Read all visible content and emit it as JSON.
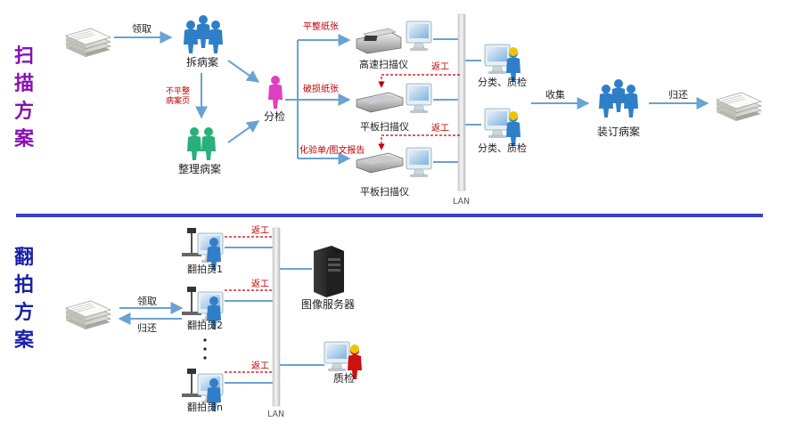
{
  "section_titles": {
    "scan": [
      "扫",
      "描",
      "方",
      "案"
    ],
    "photo": [
      "翻",
      "拍",
      "方",
      "案"
    ]
  },
  "colors": {
    "scan_title": "#8a0fb4",
    "photo_title": "#1a22a8",
    "divider": "#3a3fc4",
    "arrow": "#6aa2d2",
    "rework": "#c00000",
    "people": "#2f7fc8",
    "green_people": "#29b07a",
    "pink_person": "#e040c0",
    "lan_bar": "#e4e4e4"
  },
  "scan": {
    "receive": "领取",
    "dismantle": "拆病案",
    "organizer_note": [
      "不平整",
      "病案页"
    ],
    "organize": "整理病案",
    "sort": "分检",
    "flat_paper": "平整纸张",
    "damaged_paper": "破损纸张",
    "lab_report": "化验单/图文报告",
    "high_speed_scanner": "高速扫描仪",
    "flatbed_scanner_1": "平板扫描仪",
    "flatbed_scanner_2": "平板扫描仪",
    "rework_1": "返工",
    "rework_2": "返工",
    "qc_1": "分类、质检",
    "qc_2": "分类、质检",
    "collect": "收集",
    "binding": "装订病案",
    "return": "归还",
    "lan": "LAN"
  },
  "photo": {
    "receive": "领取",
    "return": "归还",
    "operator_1": "翻拍员1",
    "operator_2": "翻拍员2",
    "operator_n": "翻拍员n",
    "rework_1": "返工",
    "rework_2": "返工",
    "rework_3": "返工",
    "server": "图像服务器",
    "qc": "质检",
    "lan": "LAN"
  }
}
